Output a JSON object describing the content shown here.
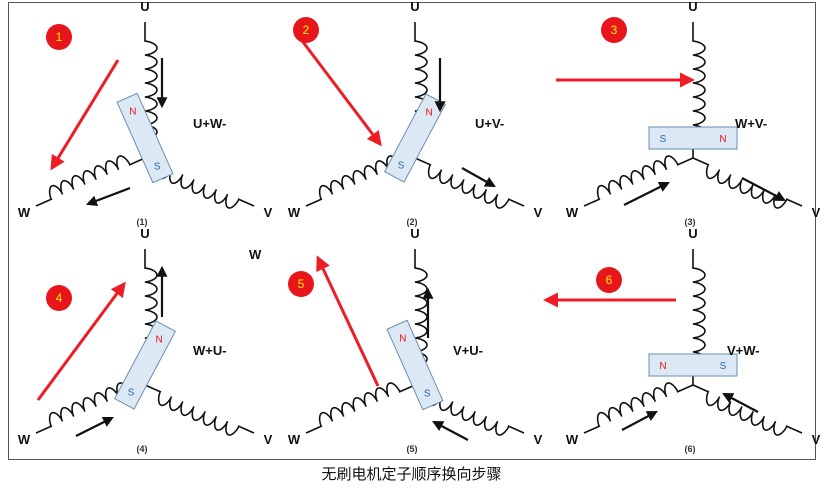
{
  "caption": "无刷电机定子顺序换向步骤",
  "cut_text": "",
  "colors": {
    "arrow": "#ee1c25",
    "badge": "#e8161b",
    "badge_text": "#ffee00",
    "magnet_fill": "#dce8f3",
    "north": "#e8161b",
    "south": "#2b6cb0",
    "wire": "#111111"
  },
  "terminals": {
    "u": "U",
    "v": "V",
    "w": "W"
  },
  "stray_label": "W",
  "panels": [
    {
      "step": "1",
      "index": "(1)",
      "state": "U+W-",
      "north": "N",
      "south": "S"
    },
    {
      "step": "2",
      "index": "(2)",
      "state": "U+V-",
      "north": "N",
      "south": "S"
    },
    {
      "step": "3",
      "index": "(3)",
      "state": "W+V-",
      "north": "N",
      "south": "S"
    },
    {
      "step": "4",
      "index": "(4)",
      "state": "W+U-",
      "north": "N",
      "south": "S"
    },
    {
      "step": "5",
      "index": "(5)",
      "state": "V+U-",
      "north": "N",
      "south": "S"
    },
    {
      "step": "6",
      "index": "(6)",
      "state": "V+W-",
      "north": "N",
      "south": "S"
    }
  ]
}
